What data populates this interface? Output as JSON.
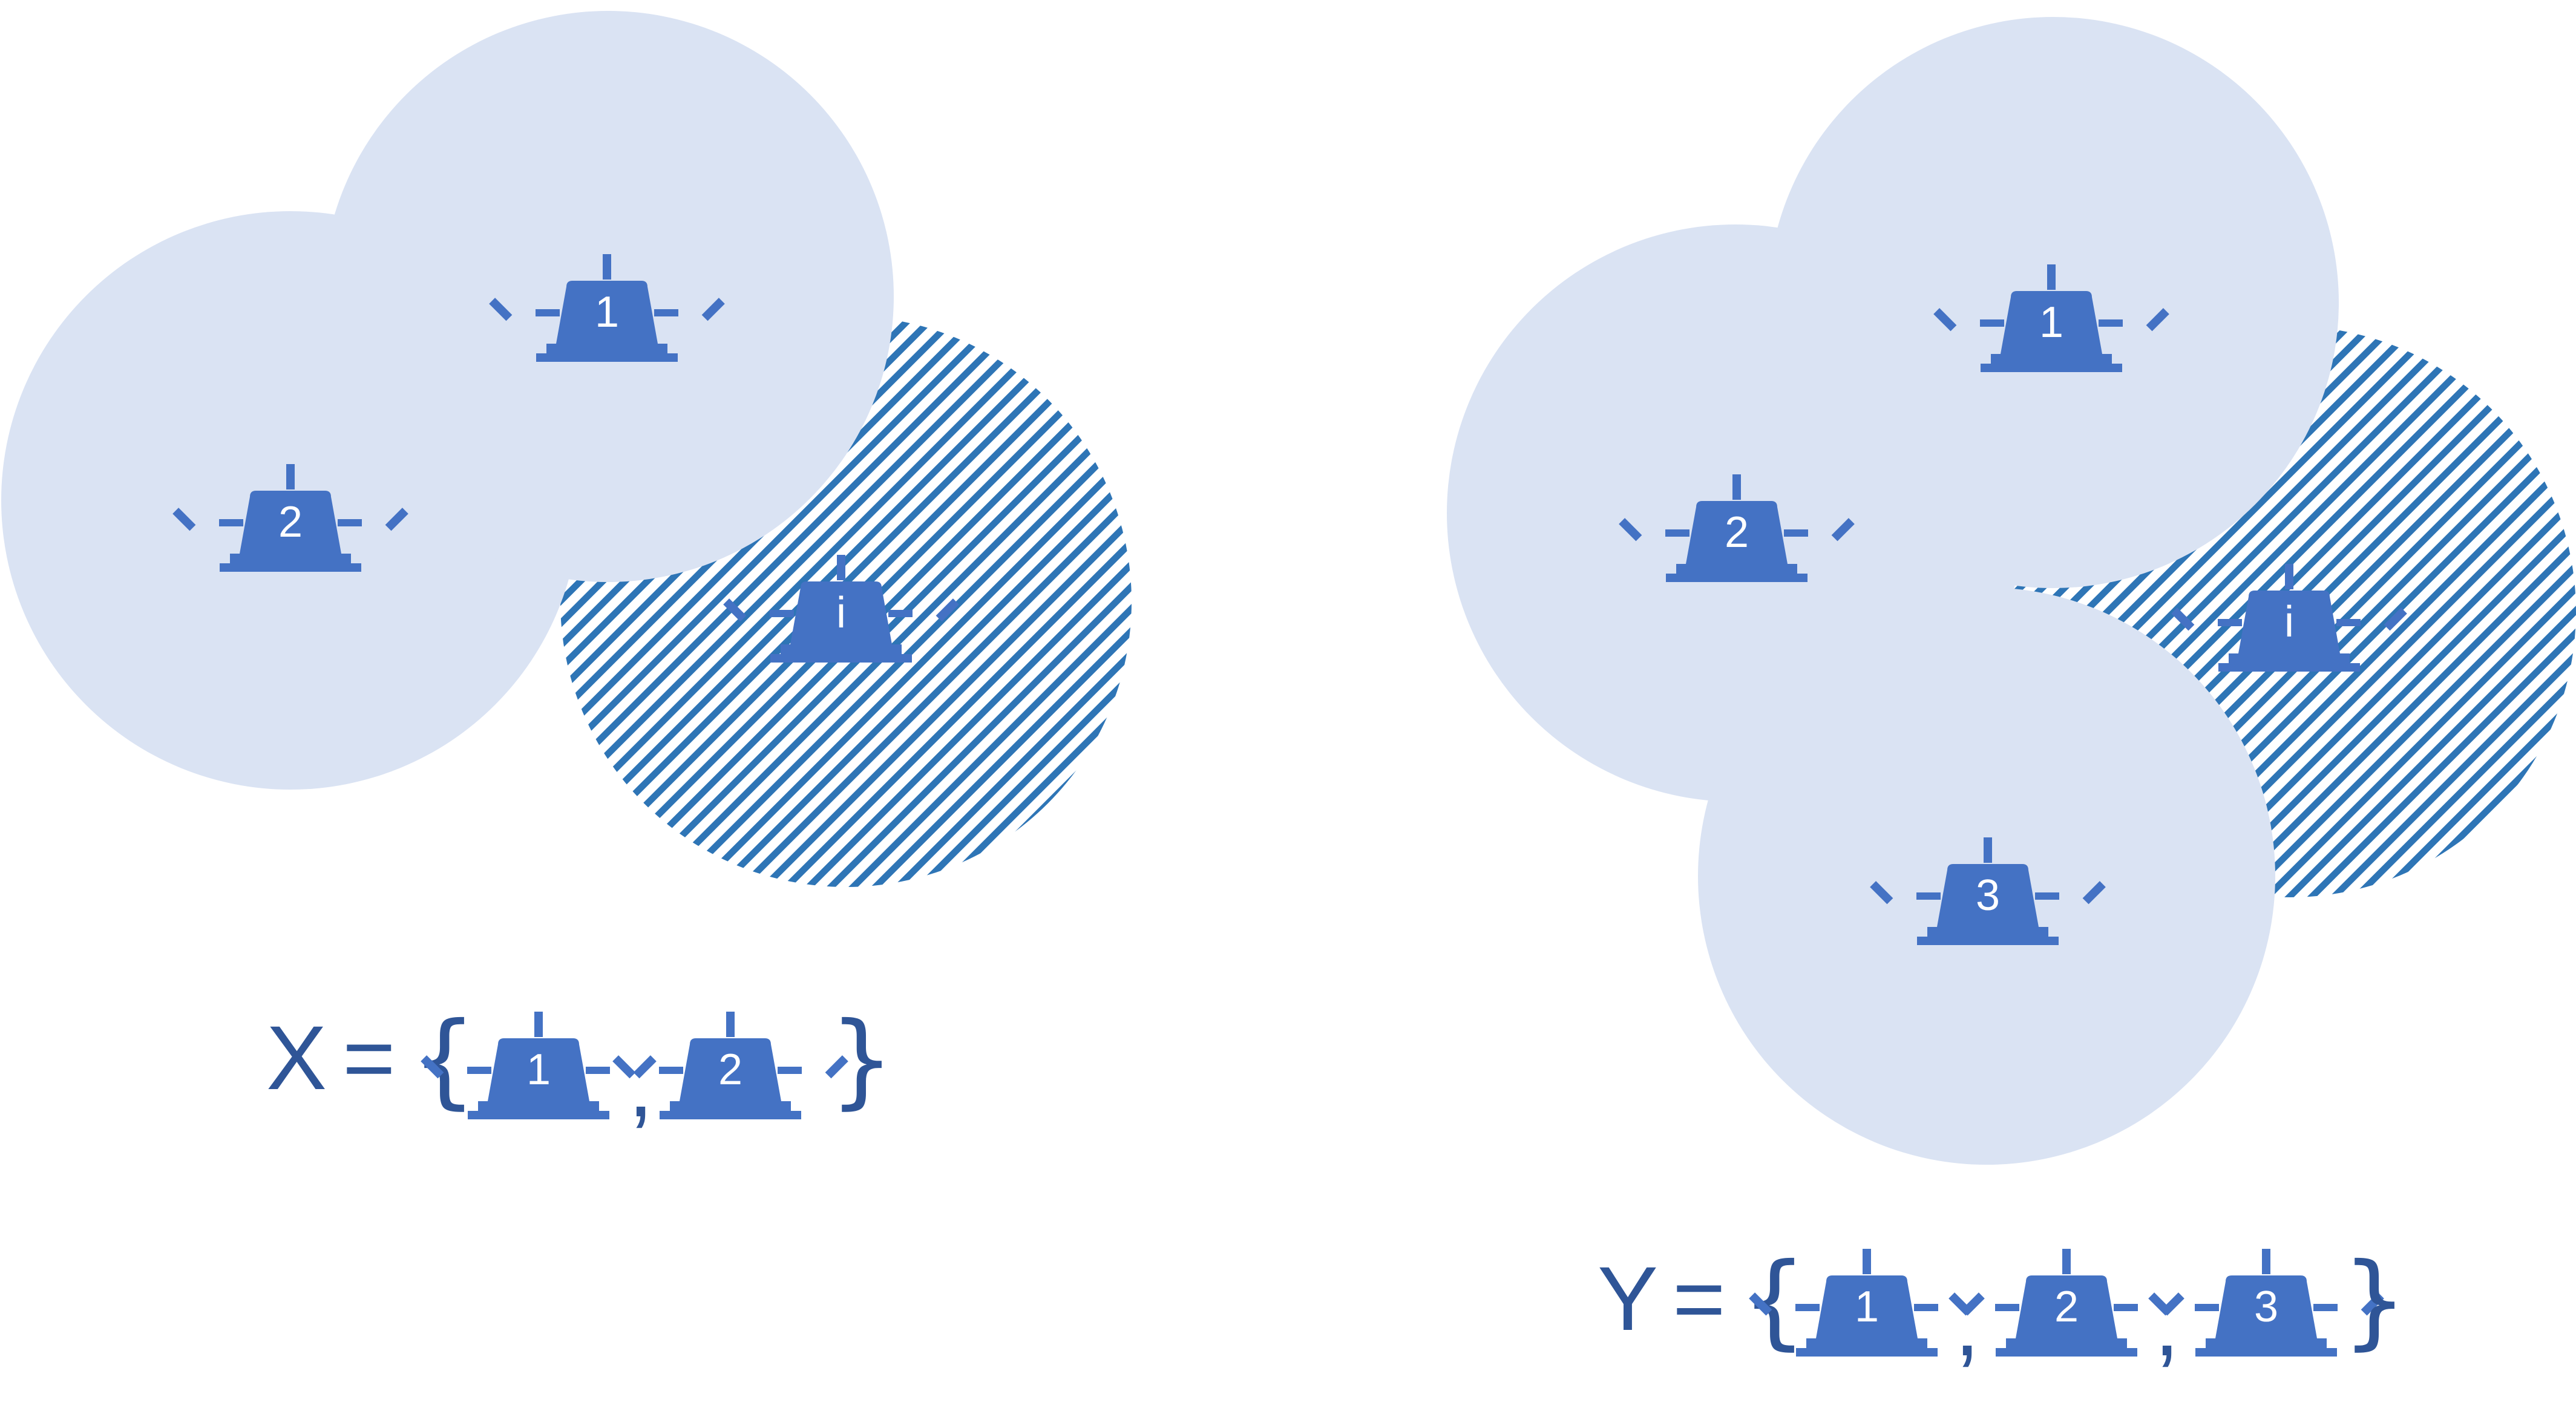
{
  "colors": {
    "coverage_fill": "#dae3f3",
    "siren": "#4472c4",
    "siren_text": "#ffffff",
    "hatch": "#2e75b6",
    "formula_text": "#2f5597"
  },
  "left_panel": {
    "sirens": {
      "one": "1",
      "two": "2",
      "i": "i"
    },
    "formula": {
      "set_name": "X",
      "equals": "=",
      "open_brace": "{",
      "separator": ",",
      "close_brace": "}",
      "members": [
        "1",
        "2"
      ]
    }
  },
  "right_panel": {
    "sirens": {
      "one": "1",
      "two": "2",
      "three": "3",
      "i": "i"
    },
    "formula": {
      "set_name": "Y",
      "equals": "=",
      "open_brace": "{",
      "separator": ",",
      "close_brace": "}",
      "members": [
        "1",
        "2",
        "3"
      ]
    }
  }
}
